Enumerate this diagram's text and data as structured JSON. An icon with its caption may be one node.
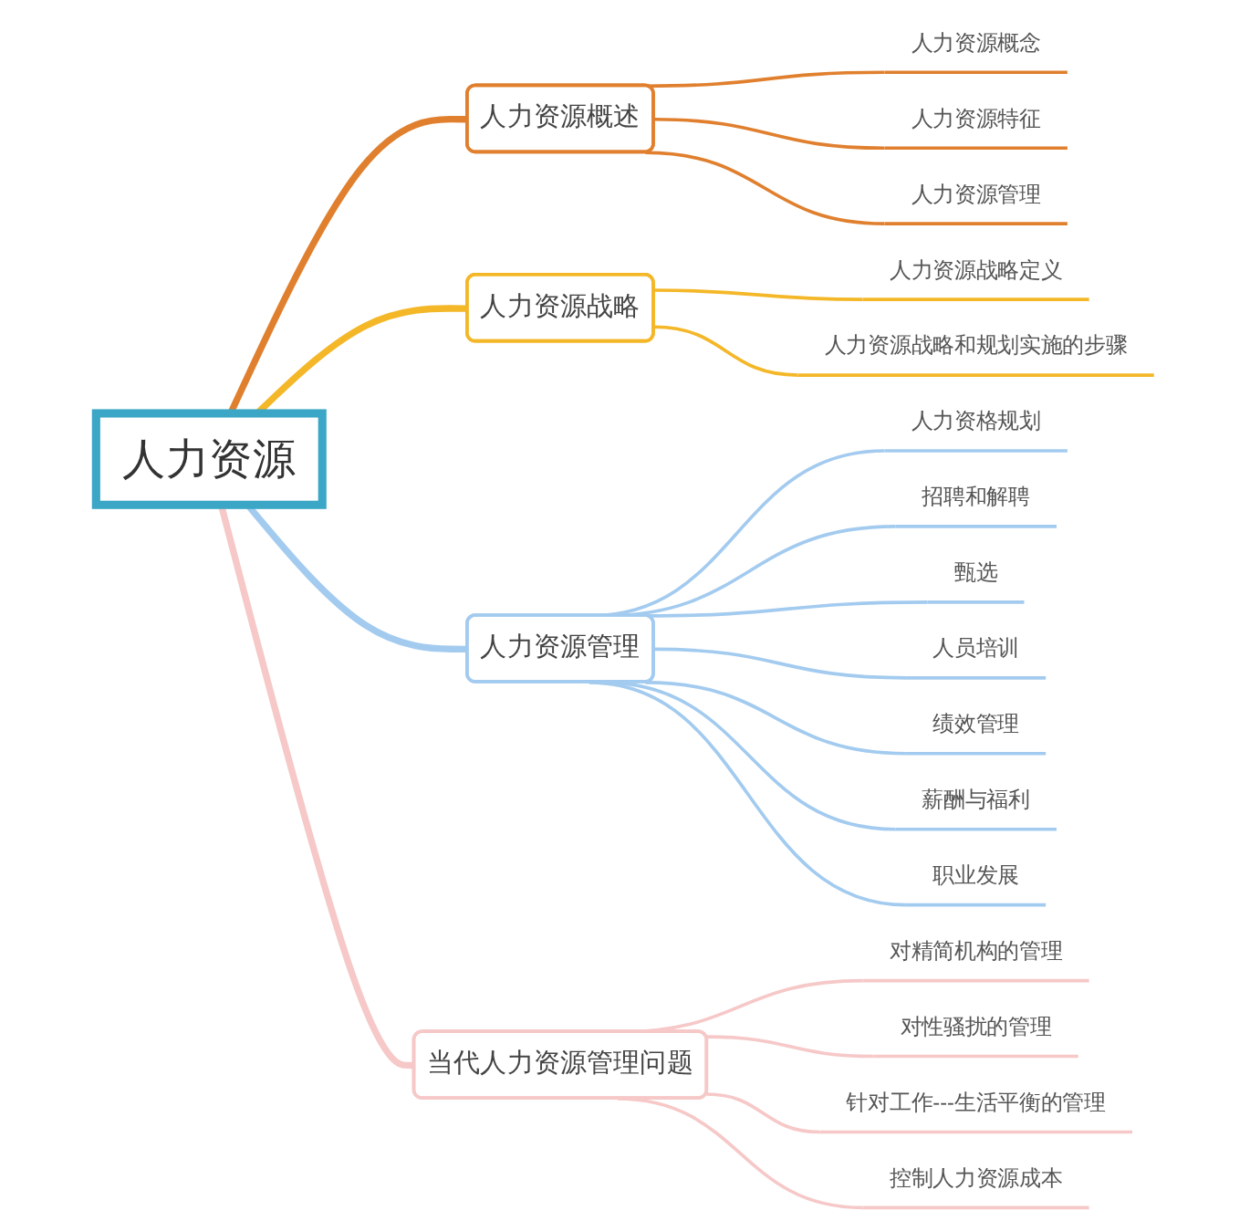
{
  "diagram": {
    "nodes": [
      {
        "text": [
          "人力资源"
        ]
      },
      {
        "text": [
          "人力资源概述"
        ]
      },
      {
        "text": [
          "人力资源概念"
        ]
      },
      {
        "text": [
          "人力资源特征"
        ]
      },
      {
        "text": [
          "人力资源管理"
        ]
      },
      {
        "text": [
          "人力资源战略"
        ]
      },
      {
        "text": [
          "人力资源战略定义"
        ]
      },
      {
        "text": [
          "人力资源战略和规划实施的步骤"
        ]
      },
      {
        "text": [
          "人力资源管理"
        ]
      },
      {
        "text": [
          "人力资格规划"
        ]
      },
      {
        "text": [
          "招聘和解聘"
        ]
      },
      {
        "text": [
          "甄选"
        ]
      },
      {
        "text": [
          "人员培训"
        ]
      },
      {
        "text": [
          "绩效管理"
        ]
      },
      {
        "text": [
          "薪酬与福利"
        ]
      },
      {
        "text": [
          "职业发展"
        ]
      },
      {
        "text": [
          "当代人力资源管理问题"
        ]
      },
      {
        "text": [
          "对精简机构的管理"
        ]
      },
      {
        "text": [
          "对性骚扰的管理"
        ]
      },
      {
        "text": [
          "针对工作---生活平衡的管理"
        ]
      },
      {
        "text": [
          "控制人力资源成本"
        ]
      }
    ],
    "edges": [
      {
        "from": 0,
        "to": 1,
        "arrow": "none",
        "style": "thick",
        "color": "#e0802f"
      },
      {
        "from": 1,
        "to": 2,
        "arrow": "none",
        "color": "#e0802f"
      },
      {
        "from": 1,
        "to": 3,
        "arrow": "none",
        "color": "#e0802f"
      },
      {
        "from": 1,
        "to": 4,
        "arrow": "none",
        "color": "#e0802f"
      },
      {
        "from": 0,
        "to": 5,
        "arrow": "none",
        "style": "thick",
        "color": "#f4b728"
      },
      {
        "from": 5,
        "to": 6,
        "arrow": "none",
        "color": "#f4b728"
      },
      {
        "from": 5,
        "to": 7,
        "arrow": "none",
        "color": "#f4b728"
      },
      {
        "from": 0,
        "to": 8,
        "arrow": "none",
        "style": "thick",
        "color": "#a3cbef"
      },
      {
        "from": 8,
        "to": 9,
        "arrow": "none",
        "color": "#a3cbef"
      },
      {
        "from": 8,
        "to": 10,
        "arrow": "none",
        "color": "#a3cbef"
      },
      {
        "from": 8,
        "to": 11,
        "arrow": "none",
        "color": "#a3cbef"
      },
      {
        "from": 8,
        "to": 12,
        "arrow": "none",
        "color": "#a3cbef"
      },
      {
        "from": 8,
        "to": 13,
        "arrow": "none",
        "color": "#a3cbef"
      },
      {
        "from": 8,
        "to": 14,
        "arrow": "none",
        "color": "#a3cbef"
      },
      {
        "from": 8,
        "to": 15,
        "arrow": "none",
        "color": "#a3cbef"
      },
      {
        "from": 0,
        "to": 16,
        "arrow": "none",
        "style": "thick",
        "color": "#f6c8c8"
      },
      {
        "from": 16,
        "to": 17,
        "arrow": "none",
        "color": "#f6c8c8"
      },
      {
        "from": 16,
        "to": 18,
        "arrow": "none",
        "color": "#f6c8c8"
      },
      {
        "from": 16,
        "to": 19,
        "arrow": "none",
        "color": "#f6c8c8"
      },
      {
        "from": 16,
        "to": 20,
        "arrow": "none",
        "color": "#f6c8c8"
      }
    ]
  }
}
